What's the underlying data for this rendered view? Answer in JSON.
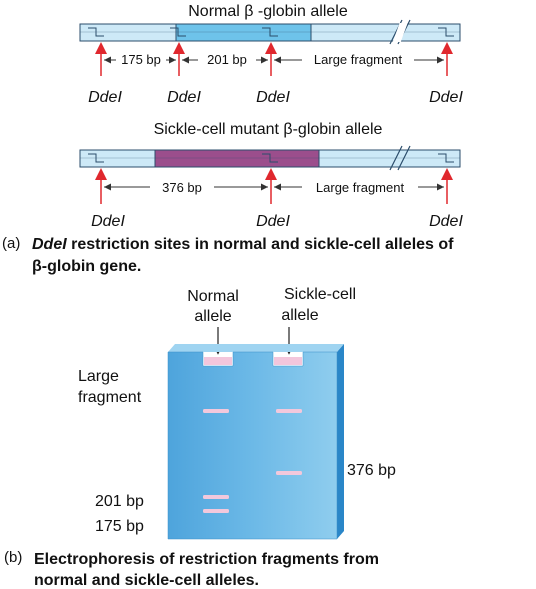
{
  "part_a": {
    "normal_title": "Normal β -globin allele",
    "normal_sizes": [
      "175 bp",
      "201 bp",
      "Large fragment"
    ],
    "normal_sites": [
      "DdeI",
      "DdeI",
      "DdeI",
      "DdeI"
    ],
    "mutant_title": "Sickle-cell mutant β-globin allele",
    "mutant_sizes": [
      "376 bp",
      "Large fragment"
    ],
    "mutant_sites": [
      "DdeI",
      "DdeI",
      "DdeI"
    ],
    "caption_tag": "(a)",
    "caption_enzyme": "DdeI",
    "caption_rest": "restriction sites in normal and sickle-cell alleles of",
    "caption_line2": "β-globin gene."
  },
  "part_b": {
    "lane_normal_line1": "Normal",
    "lane_normal_line2": "allele",
    "lane_sickle_line1": "Sickle-cell",
    "lane_sickle_line2": "allele",
    "large_line1": "Large",
    "large_line2": "fragment",
    "label_201": "201 bp",
    "label_175": "175 bp",
    "label_376": "376 bp",
    "caption_tag": "(b)",
    "caption_line1": "Electrophoresis of restriction fragments from",
    "caption_line2": "normal and sickle-cell alleles."
  },
  "colors": {
    "gene_light": "#cde9f7",
    "gene_exon": "#6ec3ea",
    "gene_mutant": "#9b4e8c",
    "site_arrow": "#e0282e",
    "gel_face": "#5aacde",
    "gel_side": "#2a86c8",
    "band": "#f2c8dc",
    "well": "#f3c6dc"
  }
}
